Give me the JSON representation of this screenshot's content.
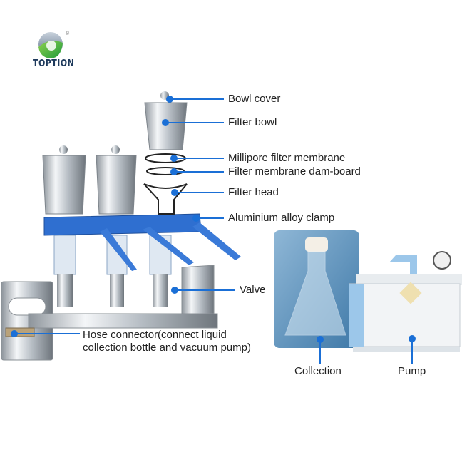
{
  "logo": {
    "brand": "TOPTION",
    "registered_mark": "®"
  },
  "colors": {
    "callout": "#1a6fd6",
    "clamp": "#2f6fd0",
    "steel": "#c9ced4",
    "photo_bg": "#5a8fb8",
    "pump_blue": "#9cc7ea"
  },
  "callouts": [
    {
      "id": "bowl-cover",
      "label": "Bowl cover"
    },
    {
      "id": "filter-bowl",
      "label": "Filter bowl"
    },
    {
      "id": "membrane",
      "label": "Millipore filter membrane"
    },
    {
      "id": "dam-board",
      "label": "Filter membrane dam-board"
    },
    {
      "id": "filter-head",
      "label": "Filter head"
    },
    {
      "id": "clamp",
      "label": "Aluminium alloy clamp"
    },
    {
      "id": "valve",
      "label": "Valve"
    },
    {
      "id": "hose",
      "label": "Hose connector(connect liquid",
      "label2": "collection bottle and vacuum pump)"
    },
    {
      "id": "collection",
      "label": "Collection"
    },
    {
      "id": "pump",
      "label": "Pump"
    }
  ]
}
